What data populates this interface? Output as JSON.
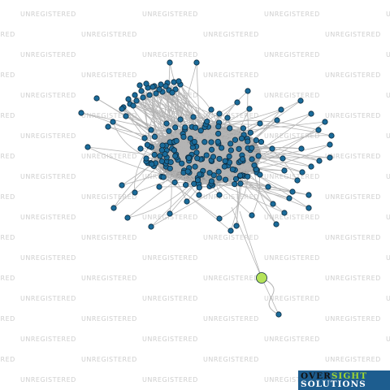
{
  "watermark": {
    "text": "UNREGISTERED"
  },
  "logo": {
    "line1_part1": "OVER",
    "line1_part2": "SIGHT",
    "line2": "SOLUTIONS"
  },
  "colors": {
    "node_fill": "#1a6b9a",
    "node_stroke": "#0d2a3d",
    "highlight_node_fill": "#b5e35a",
    "edge": "#b4b4b4",
    "watermark": "#cfcfcf",
    "logo_bg": "#1d5d8f"
  },
  "graph": {
    "node_count_visible": 190,
    "highlighted_node": "green-node-center"
  }
}
